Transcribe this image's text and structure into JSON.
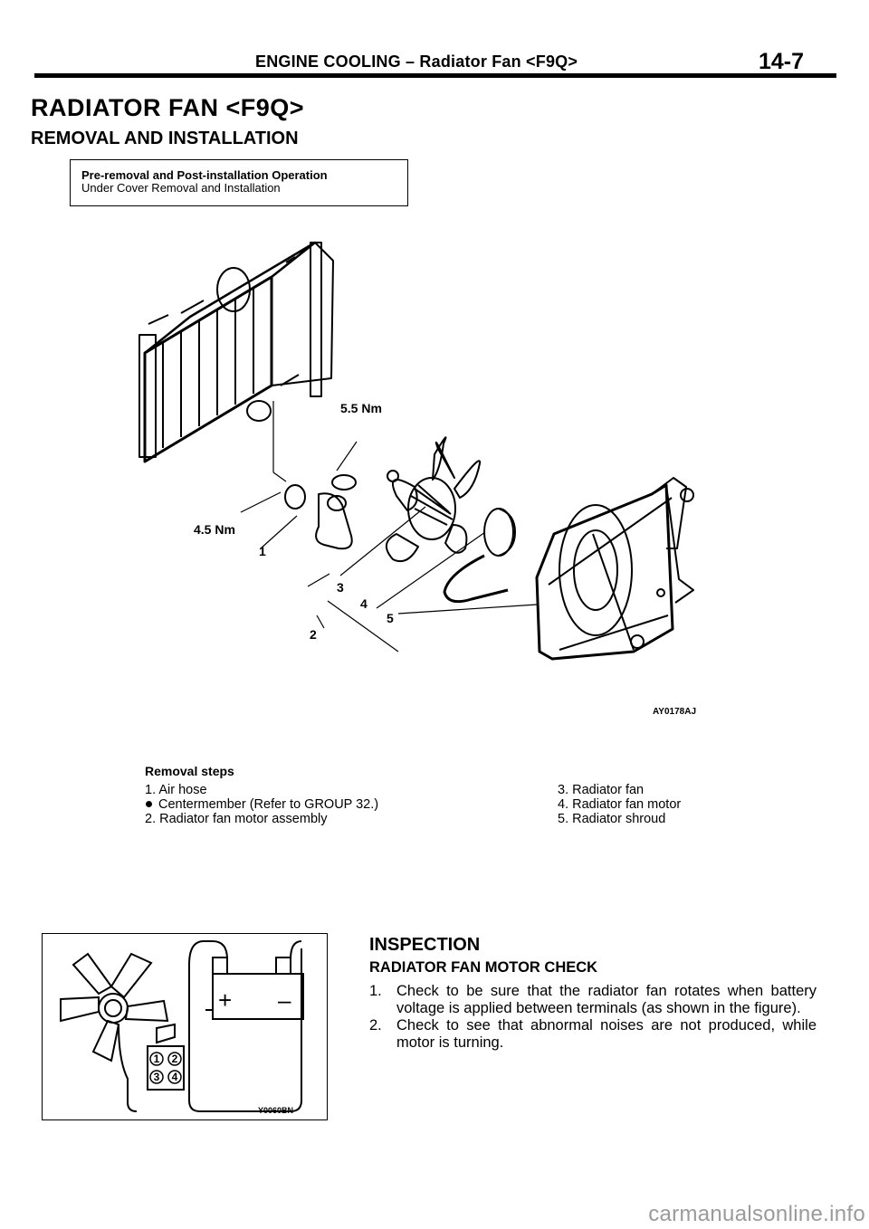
{
  "header": {
    "title": "ENGINE COOLING – Radiator Fan <F9Q>",
    "page_number": "14-7"
  },
  "main_title": "RADIATOR FAN <F9Q>",
  "section_title": "REMOVAL AND INSTALLATION",
  "pre_removal": {
    "heading": "Pre-removal and Post-installation Operation",
    "text": "Under Cover Removal and Installation"
  },
  "diagram": {
    "callouts": [
      "1",
      "2",
      "3",
      "4",
      "5"
    ],
    "torque_upper": "5.5 Nm",
    "torque_lower": "4.5 Nm",
    "figure_code": "AY0178AJ"
  },
  "removal_steps": {
    "title": "Removal steps",
    "left": [
      "1. Air hose",
      "Centermember (Refer to GROUP 32.)",
      "2. Radiator fan motor assembly"
    ],
    "right": [
      "3. Radiator fan",
      "4. Radiator fan motor",
      "5. Radiator shroud"
    ]
  },
  "inspection": {
    "title": "INSPECTION",
    "subtitle": "RADIATOR FAN MOTOR CHECK",
    "items": [
      {
        "num": "1.",
        "text": "Check to be sure that the radiator fan rotates when battery voltage is applied between terminals (as shown in the figure)."
      },
      {
        "num": "2.",
        "text": "Check to see that abnormal noises are not produced, while motor is turning."
      }
    ],
    "figure": {
      "plus": "+",
      "minus": "–",
      "terminals": [
        "1",
        "2",
        "3",
        "4"
      ],
      "figure_code": "Y0060BN"
    }
  },
  "footer": "carmanualsonline.info"
}
